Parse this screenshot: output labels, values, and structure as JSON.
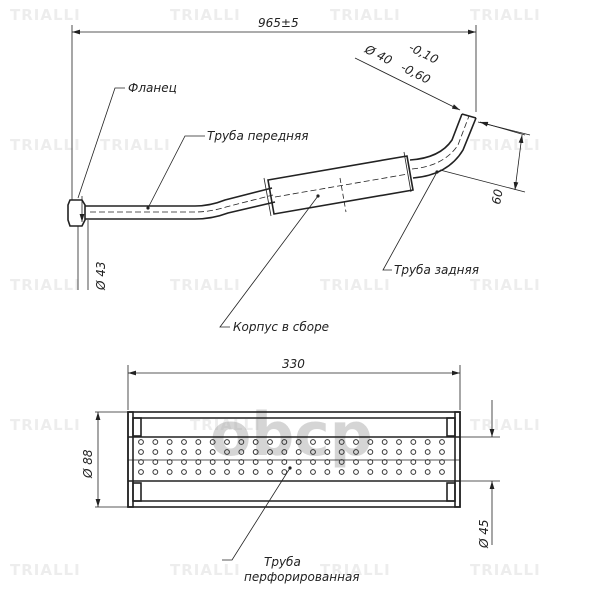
{
  "watermark": {
    "brand": "TRIALLI",
    "overlay": "obcp"
  },
  "top_view": {
    "overall_length": "965±5",
    "outlet_diameter_label": "Ø 40",
    "outlet_tol_upper": "-0,10",
    "outlet_tol_lower": "-0,60",
    "inlet_diameter": "Ø 43",
    "bend_offset": "60",
    "labels": {
      "flange": "Фланец",
      "front_pipe": "Труба передняя",
      "body_assembly": "Корпус в сборе",
      "rear_pipe": "Труба задняя"
    }
  },
  "section_view": {
    "length": "330",
    "body_diameter": "Ø 88",
    "pipe_diameter": "Ø 45",
    "label_line1": "Труба",
    "label_line2": "перфорированная",
    "perforation": {
      "columns": 22,
      "rows": 4
    }
  }
}
